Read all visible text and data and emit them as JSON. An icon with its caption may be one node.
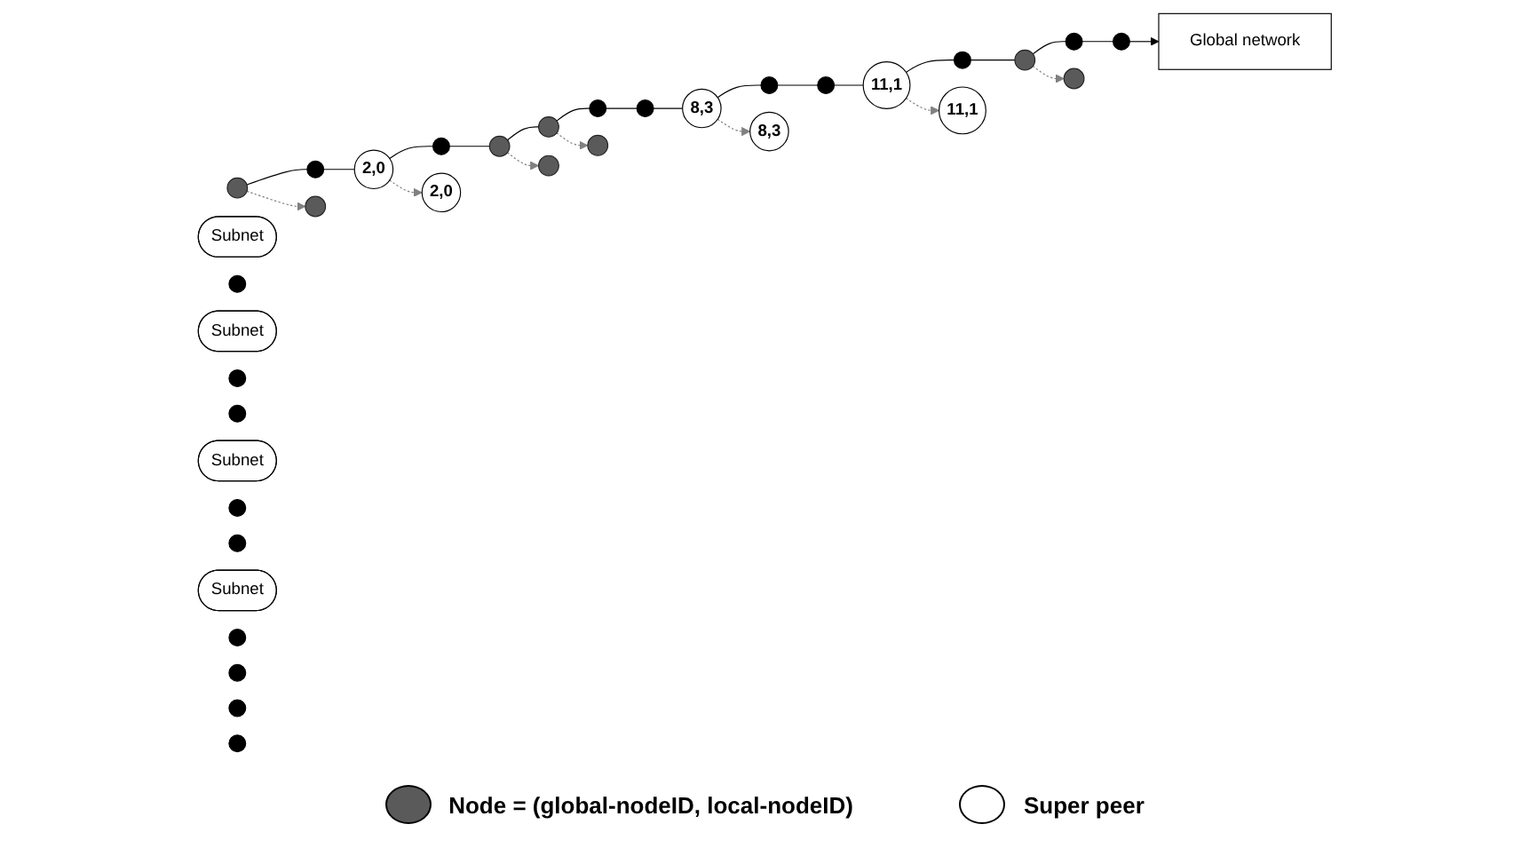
{
  "diagram": {
    "nodes": [
      {
        "text": [
          "Global network"
        ]
      },
      {
        "text": [],
        "shape": "circle"
      },
      {
        "text": [],
        "shape": "circle"
      },
      {
        "text": [
          "2,0"
        ]
      },
      {
        "text": [],
        "shape": "circle"
      },
      {
        "text": [],
        "shape": "circle"
      },
      {
        "text": [],
        "shape": "circle"
      },
      {
        "text": [],
        "shape": "circle"
      },
      {
        "text": [],
        "shape": "circle"
      },
      {
        "text": [
          "8,3"
        ]
      },
      {
        "text": [],
        "shape": "circle"
      },
      {
        "text": [],
        "shape": "circle"
      },
      {
        "text": [
          "11,1"
        ]
      },
      {
        "text": [],
        "shape": "circle"
      },
      {
        "text": [],
        "shape": "circle"
      },
      {
        "text": [],
        "shape": "circle"
      },
      {
        "text": [],
        "shape": "circle"
      },
      {
        "text": [
          "Subnet"
        ]
      },
      {
        "text": [
          "2,0"
        ]
      },
      {
        "text": [],
        "shape": "circle"
      },
      {
        "text": [],
        "shape": "circle"
      },
      {
        "text": [],
        "shape": "circle"
      },
      {
        "text": [
          "Subnet"
        ]
      },
      {
        "text": [],
        "shape": "circle"
      },
      {
        "text": [],
        "shape": "circle"
      },
      {
        "text": [
          "11,1"
        ]
      },
      {
        "text": [],
        "shape": "circle"
      },
      {
        "text": [
          "Subnet"
        ]
      },
      {
        "text": [
          "8,3"
        ]
      },
      {
        "text": [],
        "shape": "circle"
      },
      {
        "text": [],
        "shape": "circle"
      },
      {
        "text": [],
        "shape": "circle"
      },
      {
        "text": [
          "Subnet"
        ]
      },
      {
        "text": [],
        "shape": "circle"
      },
      {
        "text": [],
        "shape": "circle"
      },
      {
        "text": [],
        "shape": "circle"
      },
      {
        "text": [],
        "shape": "circle"
      }
    ],
    "edges": [
      {
        "from": 1,
        "to": 2,
        "arrow": "none"
      },
      {
        "from": 2,
        "to": 3,
        "arrow": "none"
      },
      {
        "from": 3,
        "to": 4,
        "arrow": "none"
      },
      {
        "from": 4,
        "to": 5,
        "arrow": "none"
      },
      {
        "from": 5,
        "to": 6,
        "arrow": "none"
      },
      {
        "from": 6,
        "to": 7,
        "arrow": "none"
      },
      {
        "from": 7,
        "to": 8,
        "arrow": "none"
      },
      {
        "from": 8,
        "to": 9,
        "arrow": "none"
      },
      {
        "from": 9,
        "to": 10,
        "arrow": "none"
      },
      {
        "from": 10,
        "to": 11,
        "arrow": "none"
      },
      {
        "from": 11,
        "to": 12,
        "arrow": "none"
      },
      {
        "from": 12,
        "to": 13,
        "arrow": "none"
      },
      {
        "from": 13,
        "to": 14,
        "arrow": "none"
      },
      {
        "from": 14,
        "to": 15,
        "arrow": "none"
      },
      {
        "from": 15,
        "to": 16,
        "arrow": "none"
      },
      {
        "from": 16,
        "to": 0,
        "arrow": "to"
      },
      {
        "from": 1,
        "to": 19,
        "arrow": "to",
        "style": "dashed",
        "color": "#808080"
      },
      {
        "from": 3,
        "to": 18,
        "arrow": "to",
        "style": "dashed",
        "color": "#808080"
      },
      {
        "from": 5,
        "to": 23,
        "arrow": "to",
        "style": "dashed",
        "color": "#808080"
      },
      {
        "from": 6,
        "to": 20,
        "arrow": "to",
        "style": "dashed",
        "color": "#808080"
      },
      {
        "from": 9,
        "to": 28,
        "arrow": "to",
        "style": "dashed",
        "color": "#808080"
      },
      {
        "from": 12,
        "to": 25,
        "arrow": "to",
        "style": "dashed",
        "color": "#808080"
      },
      {
        "from": 14,
        "to": 30,
        "arrow": "to",
        "style": "dashed",
        "color": "#808080"
      }
    ],
    "legend": [
      {
        "text": "Node = (global-nodeID, local-nodeID)",
        "color": "#5a5a5a"
      },
      {
        "text": "Super peer",
        "color": "#ffffff"
      }
    ]
  }
}
